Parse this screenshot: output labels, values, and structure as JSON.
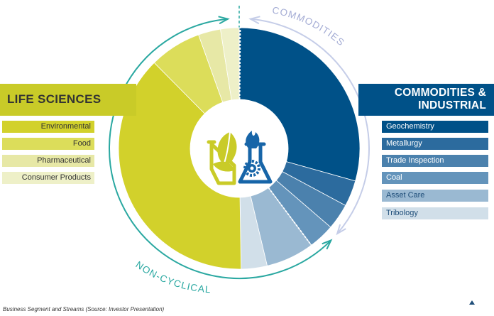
{
  "chart_data": {
    "type": "pie",
    "style": "donut",
    "slices": [
      {
        "name": "Geochemistry",
        "value": 29.5,
        "color": "#005188"
      },
      {
        "name": "Metallurgy",
        "value": 3.5,
        "color": "#2c6b9e"
      },
      {
        "name": "Trade Inspection",
        "value": 3.5,
        "color": "#4b81ad"
      },
      {
        "name": "Coal",
        "value": 3.5,
        "color": "#6494bb"
      },
      {
        "name": "Asset Care",
        "value": 6.5,
        "color": "#9ab9d2"
      },
      {
        "name": "Tribology",
        "value": 3.5,
        "color": "#d1dfe9"
      },
      {
        "name": "Environmental",
        "value": 38,
        "color": "#d2d12b"
      },
      {
        "name": "Food",
        "value": 7,
        "color": "#dcdd5a"
      },
      {
        "name": "Pharmaceutical",
        "value": 3,
        "color": "#e7e8a6"
      },
      {
        "name": "Consumer Products",
        "value": 2.5,
        "color": "#eef0c8"
      }
    ],
    "arc_labels": {
      "commodities": "COMMODITIES",
      "non_cyclical": "NON-CYCLICAL"
    },
    "colors": {
      "life_sciences": "#c9cb28",
      "commodities": "#005188",
      "ring_teal": "#2aa8a1",
      "ring_lavender": "#c5cde8",
      "center_lime": "#c9cb28",
      "center_blue": "#1765a8"
    }
  },
  "life_sciences": {
    "title": "LIFE SCIENCES",
    "items": [
      {
        "label": "Environmental",
        "color": "#d2d12b"
      },
      {
        "label": "Food",
        "color": "#dcdd5a"
      },
      {
        "label": "Pharmaceutical",
        "color": "#e7e8a6"
      },
      {
        "label": "Consumer Products",
        "color": "#eef0c8"
      }
    ]
  },
  "commodities_industrial": {
    "title_line1": "COMMODITIES &",
    "title_line2": "INDUSTRIAL",
    "items": [
      {
        "label": "Geochemistry",
        "color": "#005188",
        "text_color": "#ffffff"
      },
      {
        "label": "Metallurgy",
        "color": "#2c6b9e",
        "text_color": "#ffffff"
      },
      {
        "label": "Trade Inspection",
        "color": "#4b81ad",
        "text_color": "#ffffff"
      },
      {
        "label": "Coal",
        "color": "#6494bb",
        "text_color": "#ffffff"
      },
      {
        "label": "Asset Care",
        "color": "#9ab9d2",
        "text_color": "#1f4e79"
      },
      {
        "label": "Tribology",
        "color": "#d1dfe9",
        "text_color": "#1f4e79"
      }
    ]
  },
  "caption": "Business Segment and Streams (Source: Investor Presentation)",
  "icons": [
    "leaf-icon",
    "flask-icon",
    "flame-icon",
    "gear-icon"
  ]
}
